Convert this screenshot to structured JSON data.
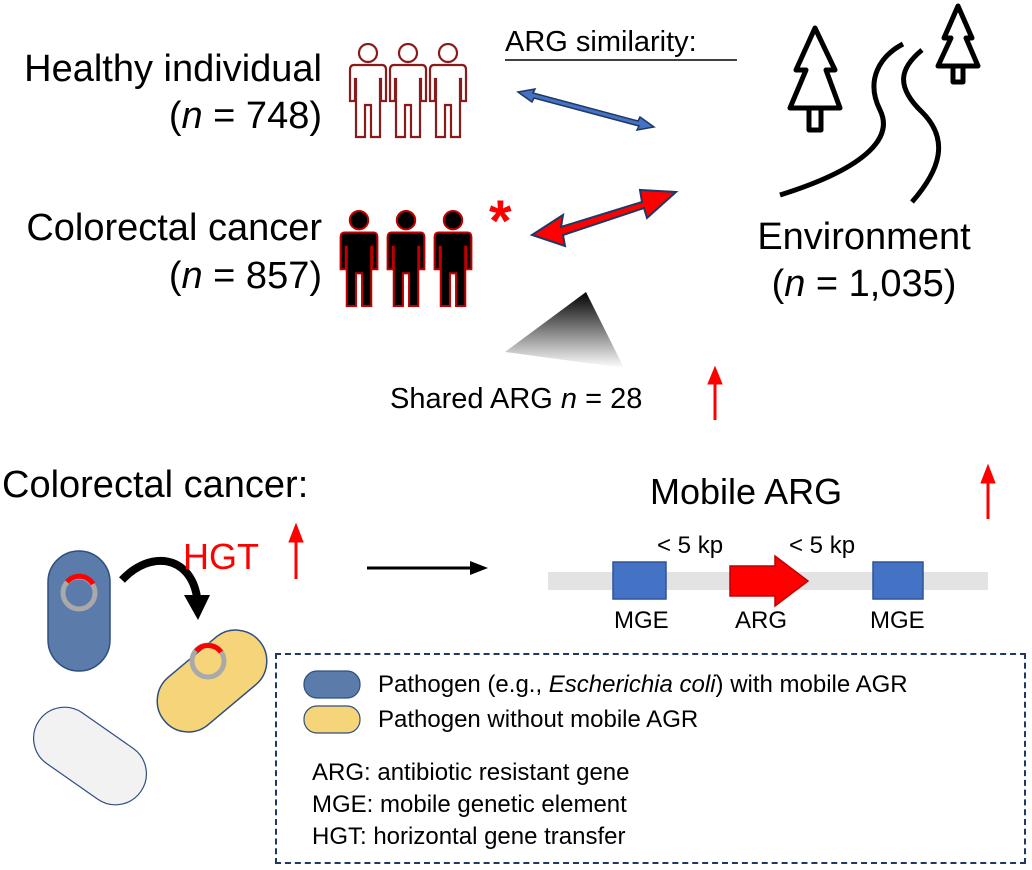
{
  "colors": {
    "healthy": "#8b1a1a",
    "cancer_outline": "#b22222",
    "highlight_red": "#ff0000",
    "blue_arrow": "#2f5597",
    "gene_box": "#4472c4",
    "blue_cell": "#5b7bab",
    "yellow_cell": "#f6d57a",
    "gray_cell": "#f2f2f2",
    "legend_border": "#1f3864"
  },
  "groups": {
    "healthy": {
      "label": "Healthy individual",
      "n_prefix": "(",
      "n_var": "n",
      "n_value": " = 748)",
      "icon": "three-people-outline-icon"
    },
    "cancer": {
      "label": "Colorectal cancer",
      "n_prefix": "(",
      "n_var": "n",
      "n_value": " = 857)",
      "icon": "three-people-filled-icon"
    },
    "environment": {
      "label": "Environment",
      "n_prefix": "(",
      "n_var": "n",
      "n_value": " = 1,035)",
      "icon": "trees-river-icon"
    }
  },
  "similarity": {
    "title": "ARG similarity:",
    "significance": "*"
  },
  "shared": {
    "prefix": "Shared ARG ",
    "var": "n",
    "value": " = 28"
  },
  "crc_section": {
    "title": "Colorectal cancer:",
    "hgt": "HGT"
  },
  "mobile_arg": {
    "title": "Mobile ARG",
    "dist_left": "< 5 kp",
    "dist_right": "< 5 kp",
    "left_box": "MGE",
    "arrow": "ARG",
    "right_box": "MGE"
  },
  "legend": {
    "item1_prefix": "Pathogen (e.g., ",
    "item1_italic": "Escherichia coli",
    "item1_suffix": ") with mobile AGR",
    "item2": "Pathogen without mobile AGR",
    "def1": "ARG: antibiotic resistant gene",
    "def2": "MGE: mobile genetic element",
    "def3": "HGT: horizontal gene transfer"
  }
}
